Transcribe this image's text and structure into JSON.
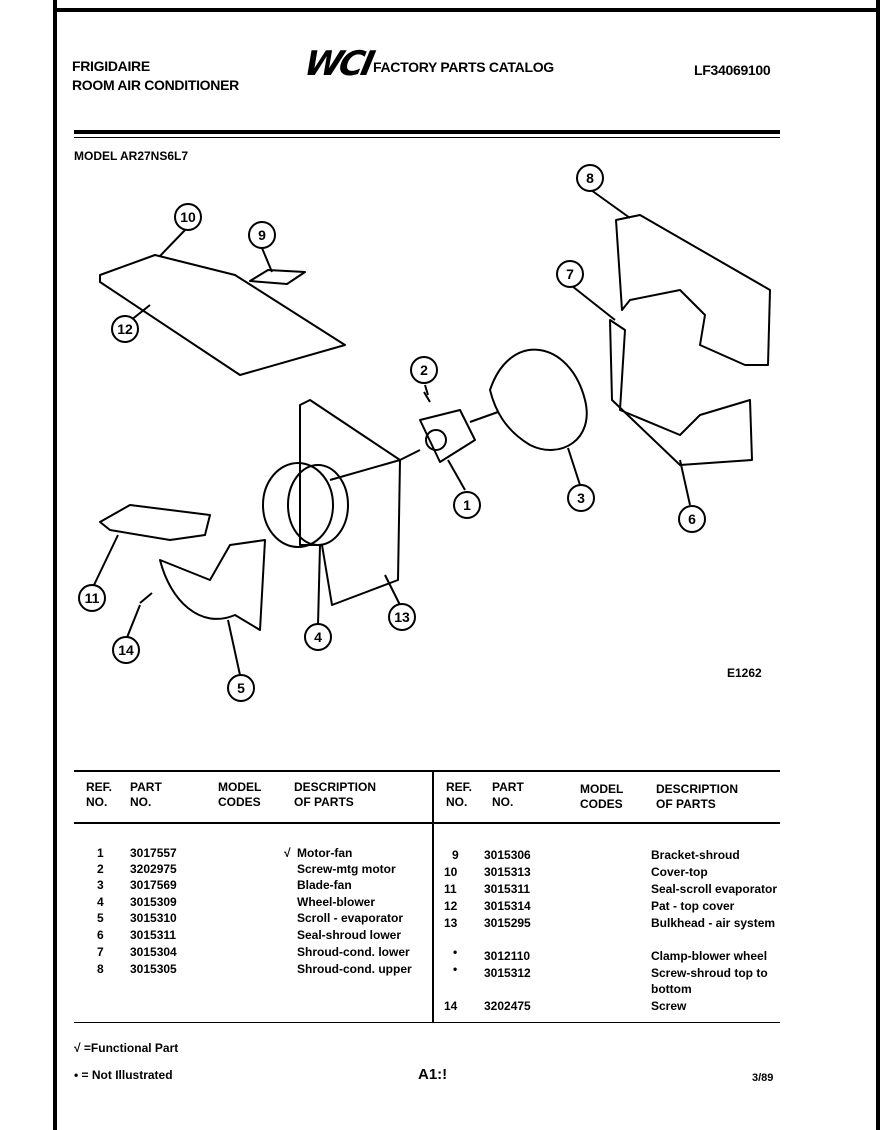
{
  "header": {
    "brand": "FRIGIDAIRE",
    "product": "ROOM AIR CONDITIONER",
    "logo_text": "WCI",
    "catalog_title": "FACTORY PARTS CATALOG",
    "catalog_number": "LF34069100"
  },
  "model_label": "MODEL AR27NS6L7",
  "diagram_code": "E1262",
  "callouts": [
    "10",
    "9",
    "12",
    "8",
    "7",
    "2",
    "1",
    "3",
    "6",
    "11",
    "14",
    "4",
    "13",
    "5"
  ],
  "table_headers": {
    "ref": "REF.\nNO.",
    "part": "PART\nNO.",
    "model": "MODEL\nCODES",
    "desc": "DESCRIPTION\nOF PARTS"
  },
  "left_rows": [
    {
      "ref": "1",
      "part": "3017557",
      "mark": "√",
      "desc": "Motor-fan"
    },
    {
      "ref": "2",
      "part": "3202975",
      "mark": "",
      "desc": "Screw-mtg motor"
    },
    {
      "ref": "3",
      "part": "3017569",
      "mark": "",
      "desc": "Blade-fan"
    },
    {
      "ref": "4",
      "part": "3015309",
      "mark": "",
      "desc": "Wheel-blower"
    },
    {
      "ref": "5",
      "part": "3015310",
      "mark": "",
      "desc": "Scroll - evaporator"
    },
    {
      "ref": "6",
      "part": "3015311",
      "mark": "",
      "desc": "Seal-shroud lower"
    },
    {
      "ref": "7",
      "part": "3015304",
      "mark": "",
      "desc": "Shroud-cond. lower"
    },
    {
      "ref": "8",
      "part": "3015305",
      "mark": "",
      "desc": "Shroud-cond. upper"
    }
  ],
  "right_rows": [
    {
      "ref": "9",
      "part": "3015306",
      "desc": "Bracket-shroud"
    },
    {
      "ref": "10",
      "part": "3015313",
      "desc": "Cover-top"
    },
    {
      "ref": "11",
      "part": "3015311",
      "desc": "Seal-scroll evaporator"
    },
    {
      "ref": "12",
      "part": "3015314",
      "desc": "Pat - top cover"
    },
    {
      "ref": "13",
      "part": "3015295",
      "desc": "Bulkhead - air system"
    },
    {
      "ref": "•",
      "part": "3012110",
      "desc": "Clamp-blower wheel"
    },
    {
      "ref": "•",
      "part": "3015312",
      "desc": "Screw-shroud top to\nbottom"
    },
    {
      "ref": "14",
      "part": "3202475",
      "desc": "Screw"
    }
  ],
  "footer": {
    "legend_functional": "√ =Functional Part",
    "legend_not_illustrated": "• = Not Illustrated",
    "page": "A1:!",
    "date": "3/89"
  }
}
